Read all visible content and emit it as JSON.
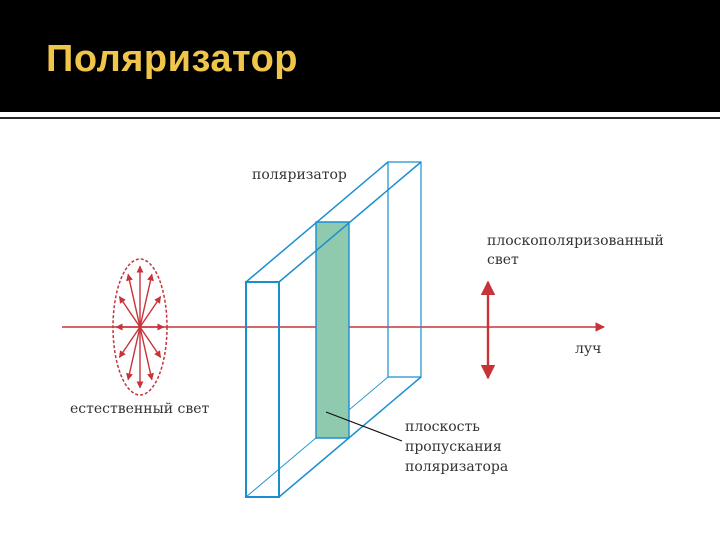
{
  "slide": {
    "title": "Поляризатор"
  },
  "labels": {
    "polarizer": "поляризатор",
    "polarized_light_line1": "плоскополяризованный",
    "polarized_light_line2": "свет",
    "ray": "луч",
    "natural_light": "естественный свет",
    "plane_line1": "плоскость",
    "plane_line2": "пропускания",
    "plane_line3": "поляризатора"
  },
  "colors": {
    "title": "#f0c64a",
    "beam": "#c8333a",
    "frame": "#1a8fd0",
    "plane_fill": "#8fc9ae"
  }
}
